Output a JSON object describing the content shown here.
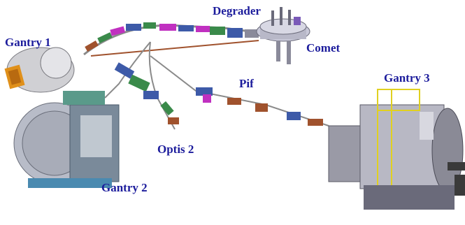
{
  "labels": {
    "gantry1": "Gantry 1",
    "gantry2": "Gantry 2",
    "gantry3": "Gantry 3",
    "degrader": "Degrader",
    "comet": "Comet",
    "pif": "Pif",
    "optis2": "Optis 2"
  },
  "colors": {
    "label": "#1c1c9c",
    "beamline_girder": "#a0522d",
    "magnet_green": "#3a8a4a",
    "magnet_blue": "#3d5aa8",
    "magnet_magenta": "#c030c0",
    "gantry_grey": "#a8a8b0",
    "gantry_yellow": "#e0d020",
    "gantry1_orange": "#e0901a"
  }
}
